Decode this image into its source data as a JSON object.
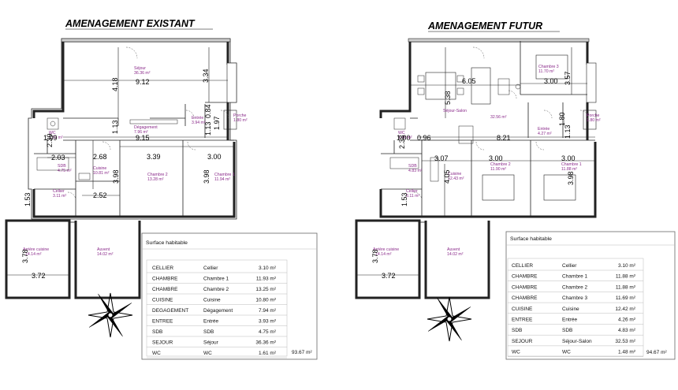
{
  "titles": {
    "left": "AMENAGEMENT EXISTANT",
    "right": "AMENAGEMENT FUTUR"
  },
  "existing": {
    "rooms": [
      {
        "name": "Séjour",
        "area": "36.36 m²"
      },
      {
        "name": "Dégagement",
        "area": "7.96 m²"
      },
      {
        "name": "Entrée",
        "area": "3.94 m²"
      },
      {
        "name": "Porche",
        "area": "1.80 m²"
      },
      {
        "name": "WC",
        "area": "1.61 m²"
      },
      {
        "name": "SDB",
        "area": "4.75 m²"
      },
      {
        "name": "Cuisine",
        "area": "10.81 m²"
      },
      {
        "name": "Chambre 2",
        "area": "13.28 m²"
      },
      {
        "name": "Chambre 1",
        "area": "11.94 m²"
      },
      {
        "name": "Cellier",
        "area": "3.11 m²"
      },
      {
        "name": "Arrière cuisine",
        "area": "14.14 m²"
      },
      {
        "name": "Auvent",
        "area": "14.02 m²"
      }
    ],
    "dims": [
      "9.12",
      "4.18",
      "3.34",
      "1.13",
      "1.13",
      "0.84",
      "1.97",
      "9.15",
      "1.09",
      "2.68",
      "3.39",
      "3.00",
      "2.03",
      "2.39",
      "3.98",
      "3.98",
      "2.52",
      "1.53",
      "3.78",
      "3.72"
    ]
  },
  "future": {
    "rooms": [
      {
        "name": "Séjour-Salon",
        "area": "32.56 m²"
      },
      {
        "name": "Chambre 3",
        "area": "11.70 m²"
      },
      {
        "name": "Entrée",
        "area": "4.27 m²"
      },
      {
        "name": "Porche",
        "area": "1.80 m²"
      },
      {
        "name": "WC",
        "area": "1.48 m²"
      },
      {
        "name": "SDB",
        "area": "4.83 m²"
      },
      {
        "name": "Cuisine",
        "area": "12.43 m²"
      },
      {
        "name": "Chambre 2",
        "area": "11.90 m²"
      },
      {
        "name": "Chambre 1",
        "area": "11.88 m²"
      },
      {
        "name": "Cellier",
        "area": "3.11 m²"
      },
      {
        "name": "Arrière cuisine",
        "area": "14.14 m²"
      },
      {
        "name": "Auvent",
        "area": "14.02 m²"
      }
    ],
    "dims": [
      "6.05",
      "5.38",
      "3.00",
      "3.57",
      "1.80",
      "1.13",
      "8.21",
      "1.00",
      "0.96",
      "3.07",
      "3.00",
      "3.00",
      "2.38",
      "4.05",
      "3.98",
      "1.53",
      "3.78",
      "3.72"
    ]
  },
  "table_left": {
    "header": "Surface habitable",
    "rows": [
      [
        "CELLIER",
        "Cellier",
        "3.10 m²"
      ],
      [
        "CHAMBRE",
        "Chambre 1",
        "11.93 m²"
      ],
      [
        "CHAMBRE",
        "Chambre 2",
        "13.25 m²"
      ],
      [
        "CUISINE",
        "Cuisine",
        "10.80 m²"
      ],
      [
        "DEGAGEMENT",
        "Dégagement",
        "7.94 m²"
      ],
      [
        "ENTREE",
        "Entrée",
        "3.93 m²"
      ],
      [
        "SDB",
        "SDB",
        "4.75 m²"
      ],
      [
        "SEJOUR",
        "Séjour",
        "36.36 m²"
      ],
      [
        "WC",
        "WC",
        "1.61 m²"
      ]
    ],
    "total": "93.67 m²"
  },
  "table_right": {
    "header": "Surface habitable",
    "rows": [
      [
        "CELLIER",
        "Cellier",
        "3.10 m²"
      ],
      [
        "CHAMBRE",
        "Chambre 1",
        "11.88 m²"
      ],
      [
        "CHAMBRE",
        "Chambre 2",
        "11.88 m²"
      ],
      [
        "CHAMBRE",
        "Chambre 3",
        "11.69 m²"
      ],
      [
        "CUISINE",
        "Cuisine",
        "12.42 m²"
      ],
      [
        "ENTREE",
        "Entrée",
        "4.26 m²"
      ],
      [
        "SDB",
        "SDB",
        "4.83 m²"
      ],
      [
        "SEJOUR",
        "Séjour-Salon",
        "32.53 m²"
      ],
      [
        "WC",
        "WC",
        "1.48 m²"
      ]
    ],
    "total": "94.67 m²"
  },
  "icons": {
    "compass": "compass-rose-icon"
  }
}
